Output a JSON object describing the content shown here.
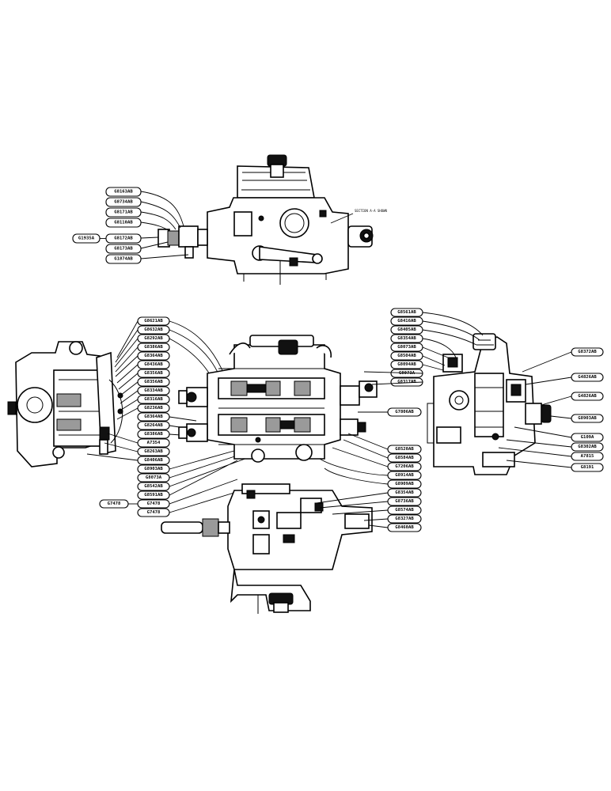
{
  "views": {
    "top": {
      "labels": [
        "G8163AB",
        "G8734AB",
        "G8171AB",
        "G8110AB",
        "G8172AB",
        "G8173AB",
        "G1874AB"
      ],
      "side_label": "G1935A",
      "note": "SECTION A-A SHOWN"
    },
    "left": {
      "labels": [
        "G8621AB",
        "G8632AB",
        "G8292AB",
        "G8386AB",
        "G8364AB",
        "G8436AB",
        "G8356AB",
        "G8356AB",
        "G8334AB",
        "G8316AB",
        "G8236AB",
        "G8364AB",
        "G8264AB",
        "G8386AB",
        "A7354",
        "G8263AB",
        "G8406AB",
        "G8903AB",
        "G8073A",
        "G8542AB",
        "G8591AB"
      ],
      "callouts": [
        "G7478",
        "G7478"
      ],
      "side_label": "G7478"
    },
    "center": {
      "labels": [
        "G7806AB",
        "G8520AB",
        "G8584AB",
        "G7206AB",
        "G8914AB",
        "G8909AB",
        "G8354AB",
        "G8736AB",
        "G8574AB",
        "G8327AB",
        "G8460AB"
      ]
    },
    "right": {
      "labels_left": [
        "G8561AB",
        "G8416AB",
        "G8405AB",
        "G8354AB",
        "G8073AB",
        "G8504AB",
        "G8094AB",
        "G8073A",
        "G8317AB"
      ],
      "labels_right": [
        "G8372AB",
        "G4826AB",
        "G4826AB",
        "G8903AB",
        "G109A",
        "G8302AB",
        "A7815",
        "G8191"
      ]
    }
  }
}
